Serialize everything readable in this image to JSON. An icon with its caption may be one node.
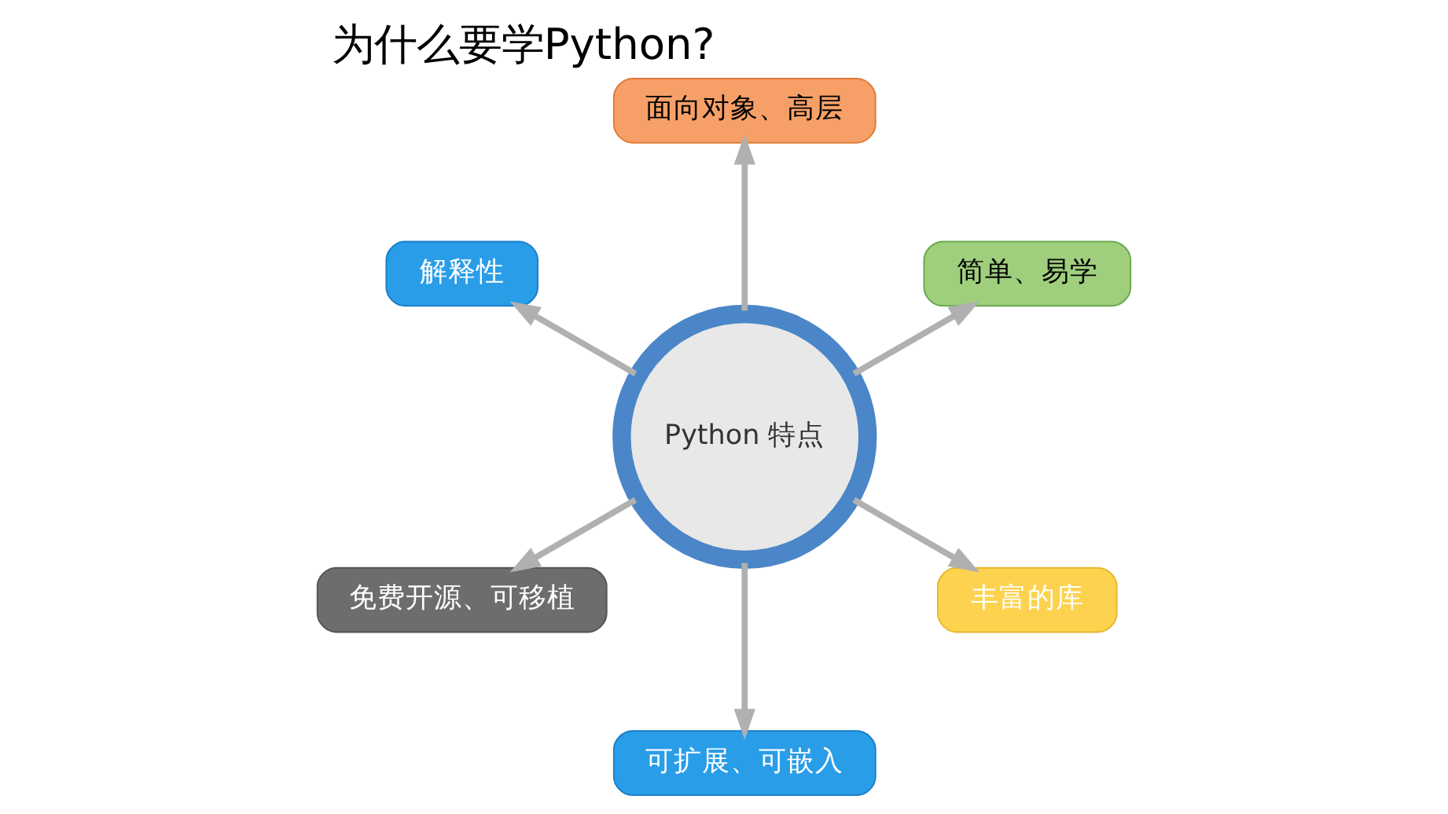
{
  "diagram": {
    "title": "为什么要学Python?",
    "nodes": [
      {
        "text": [
          "Python 特点"
        ]
      },
      {
        "text": [
          "简单、易学"
        ]
      },
      {
        "text": [
          "面向对象、高层"
        ]
      },
      {
        "text": [
          "解释性"
        ]
      },
      {
        "text": [
          "免费开源、可移植"
        ]
      },
      {
        "text": [
          "可扩展、可嵌入"
        ]
      },
      {
        "text": [
          "丰富的库"
        ]
      }
    ],
    "edges": [
      {
        "from": 0,
        "to": 1,
        "arrow": "to"
      },
      {
        "from": 0,
        "to": 2,
        "arrow": "to"
      },
      {
        "from": 0,
        "to": 3,
        "arrow": "to"
      },
      {
        "from": 0,
        "to": 4,
        "arrow": "to"
      },
      {
        "from": 0,
        "to": 5,
        "arrow": "to"
      },
      {
        "from": 0,
        "to": 6,
        "arrow": "to"
      }
    ]
  }
}
